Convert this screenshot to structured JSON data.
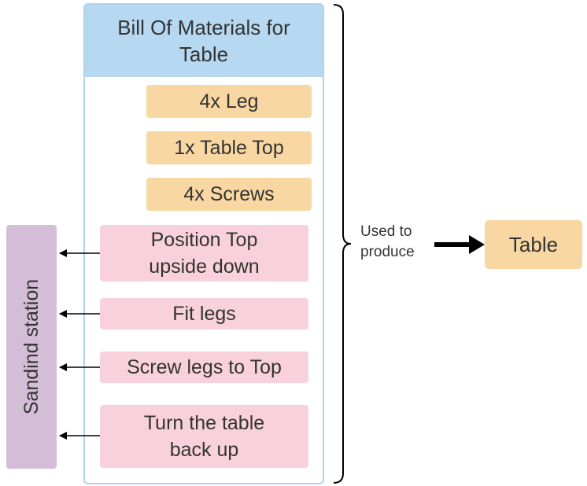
{
  "bom": {
    "title": "Bill Of Materials for Table",
    "materials": [
      "4x Leg",
      "1x Table Top",
      "4x Screws"
    ],
    "steps": [
      "Position Top upside down",
      "Fit legs",
      "Screw legs to Top",
      "Turn the table back up"
    ]
  },
  "station": {
    "label": "Sandind station"
  },
  "relation": {
    "label": "Used to produce"
  },
  "product": {
    "label": "Table"
  },
  "colors": {
    "title_fill": "#b6d8f0",
    "material_fill": "#f9d7a3",
    "step_fill": "#f8d1dc",
    "station_fill": "#d4bdd7",
    "frame_stroke": "#aed3ee",
    "arrow": "#000000"
  }
}
